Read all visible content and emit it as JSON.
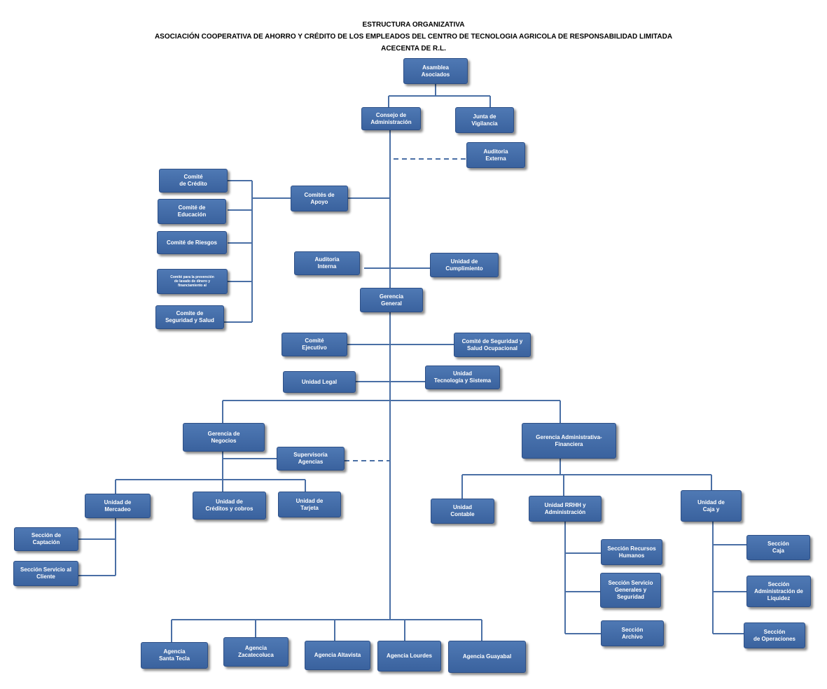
{
  "header": {
    "title": "ESTRUCTURA ORGANIZATIVA",
    "subtitle": "ASOCIACIÓN COOPERATIVA DE AHORRO Y CRÉDITO  DE LOS EMPLEADOS DEL CENTRO DE TECNOLOGIA AGRICOLA DE RESPONSABILIDAD LIMITADA",
    "acronym": "ACECENTA  DE R.L."
  },
  "nodes": {
    "asamblea": "Asamblea\nAsociados",
    "consejo": "Consejo de\nAdministración",
    "junta": "Junta de\nVigilancia",
    "auditoria_externa": "Auditoria\nExterna",
    "comites_apoyo": "Comités de\nApoyo",
    "comite_credito": "Comité\nde Crédito",
    "comite_educacion": "Comité  de\nEducación",
    "comite_riesgos": "Comité  de Riesgos",
    "comite_prevencion": "Comité  para la prevención\nde lavado de dinero y\nfinanciamiento al",
    "comite_seguridad_salud": "Comite de\nSeguridad y Salud",
    "auditoria_interna": "Auditoria\nInterna",
    "unidad_cumplimiento": "Unidad de\nCumplimiento",
    "gerencia_general": "Gerencia\nGeneral",
    "comite_ejecutivo": "Comité\nEjecutivo",
    "comite_seg_ocupacional": "Comité  de Seguridad y\nSalud Ocupacional",
    "unidad_legal": "Unidad Legal",
    "unidad_tecnologia": "Unidad\nTecnología y Sistema",
    "gerencia_negocios": "Gerencia  de\nNegocios",
    "supervisoria": "Supervisoria\nAgencias",
    "gerencia_admin": "Gerencia  Administrativa-\nFinanciera",
    "unidad_mercadeo": "Unidad de\nMercadeo",
    "unidad_creditos": "Unidad de\nCréditos  y  cobros",
    "unidad_tarjeta": "Unidad de\nTarjeta",
    "seccion_captacion": "Sección  de\nCaptación",
    "seccion_servicio_cliente": "Sección Servicio al\nCliente",
    "unidad_contable": "Unidad\nContable",
    "unidad_rrhh": "Unidad RRHH y\nAdministración",
    "unidad_caja": "Unidad de\nCaja y",
    "seccion_recursos": "Sección  Recursos\nHumanos",
    "seccion_servicio_generales": "Sección Servicio\nGenerales y\nSeguridad",
    "seccion_archivo": "Sección\nArchivo",
    "seccion_caja": "Sección\nCaja",
    "seccion_liquidez": "Sección\nAdministración de\nLiquidez",
    "seccion_operaciones": "Sección\nde Operaciones",
    "agencia_santa_tecla": "Agencia\nSanta Tecla",
    "agencia_zacatecoluca": "Agencia\nZacatecoluca",
    "agencia_altavista": "Agencia Altavista",
    "agencia_lourdes": "Agencia Lourdes",
    "agencia_guayabal": "Agencia  Guayabal"
  }
}
